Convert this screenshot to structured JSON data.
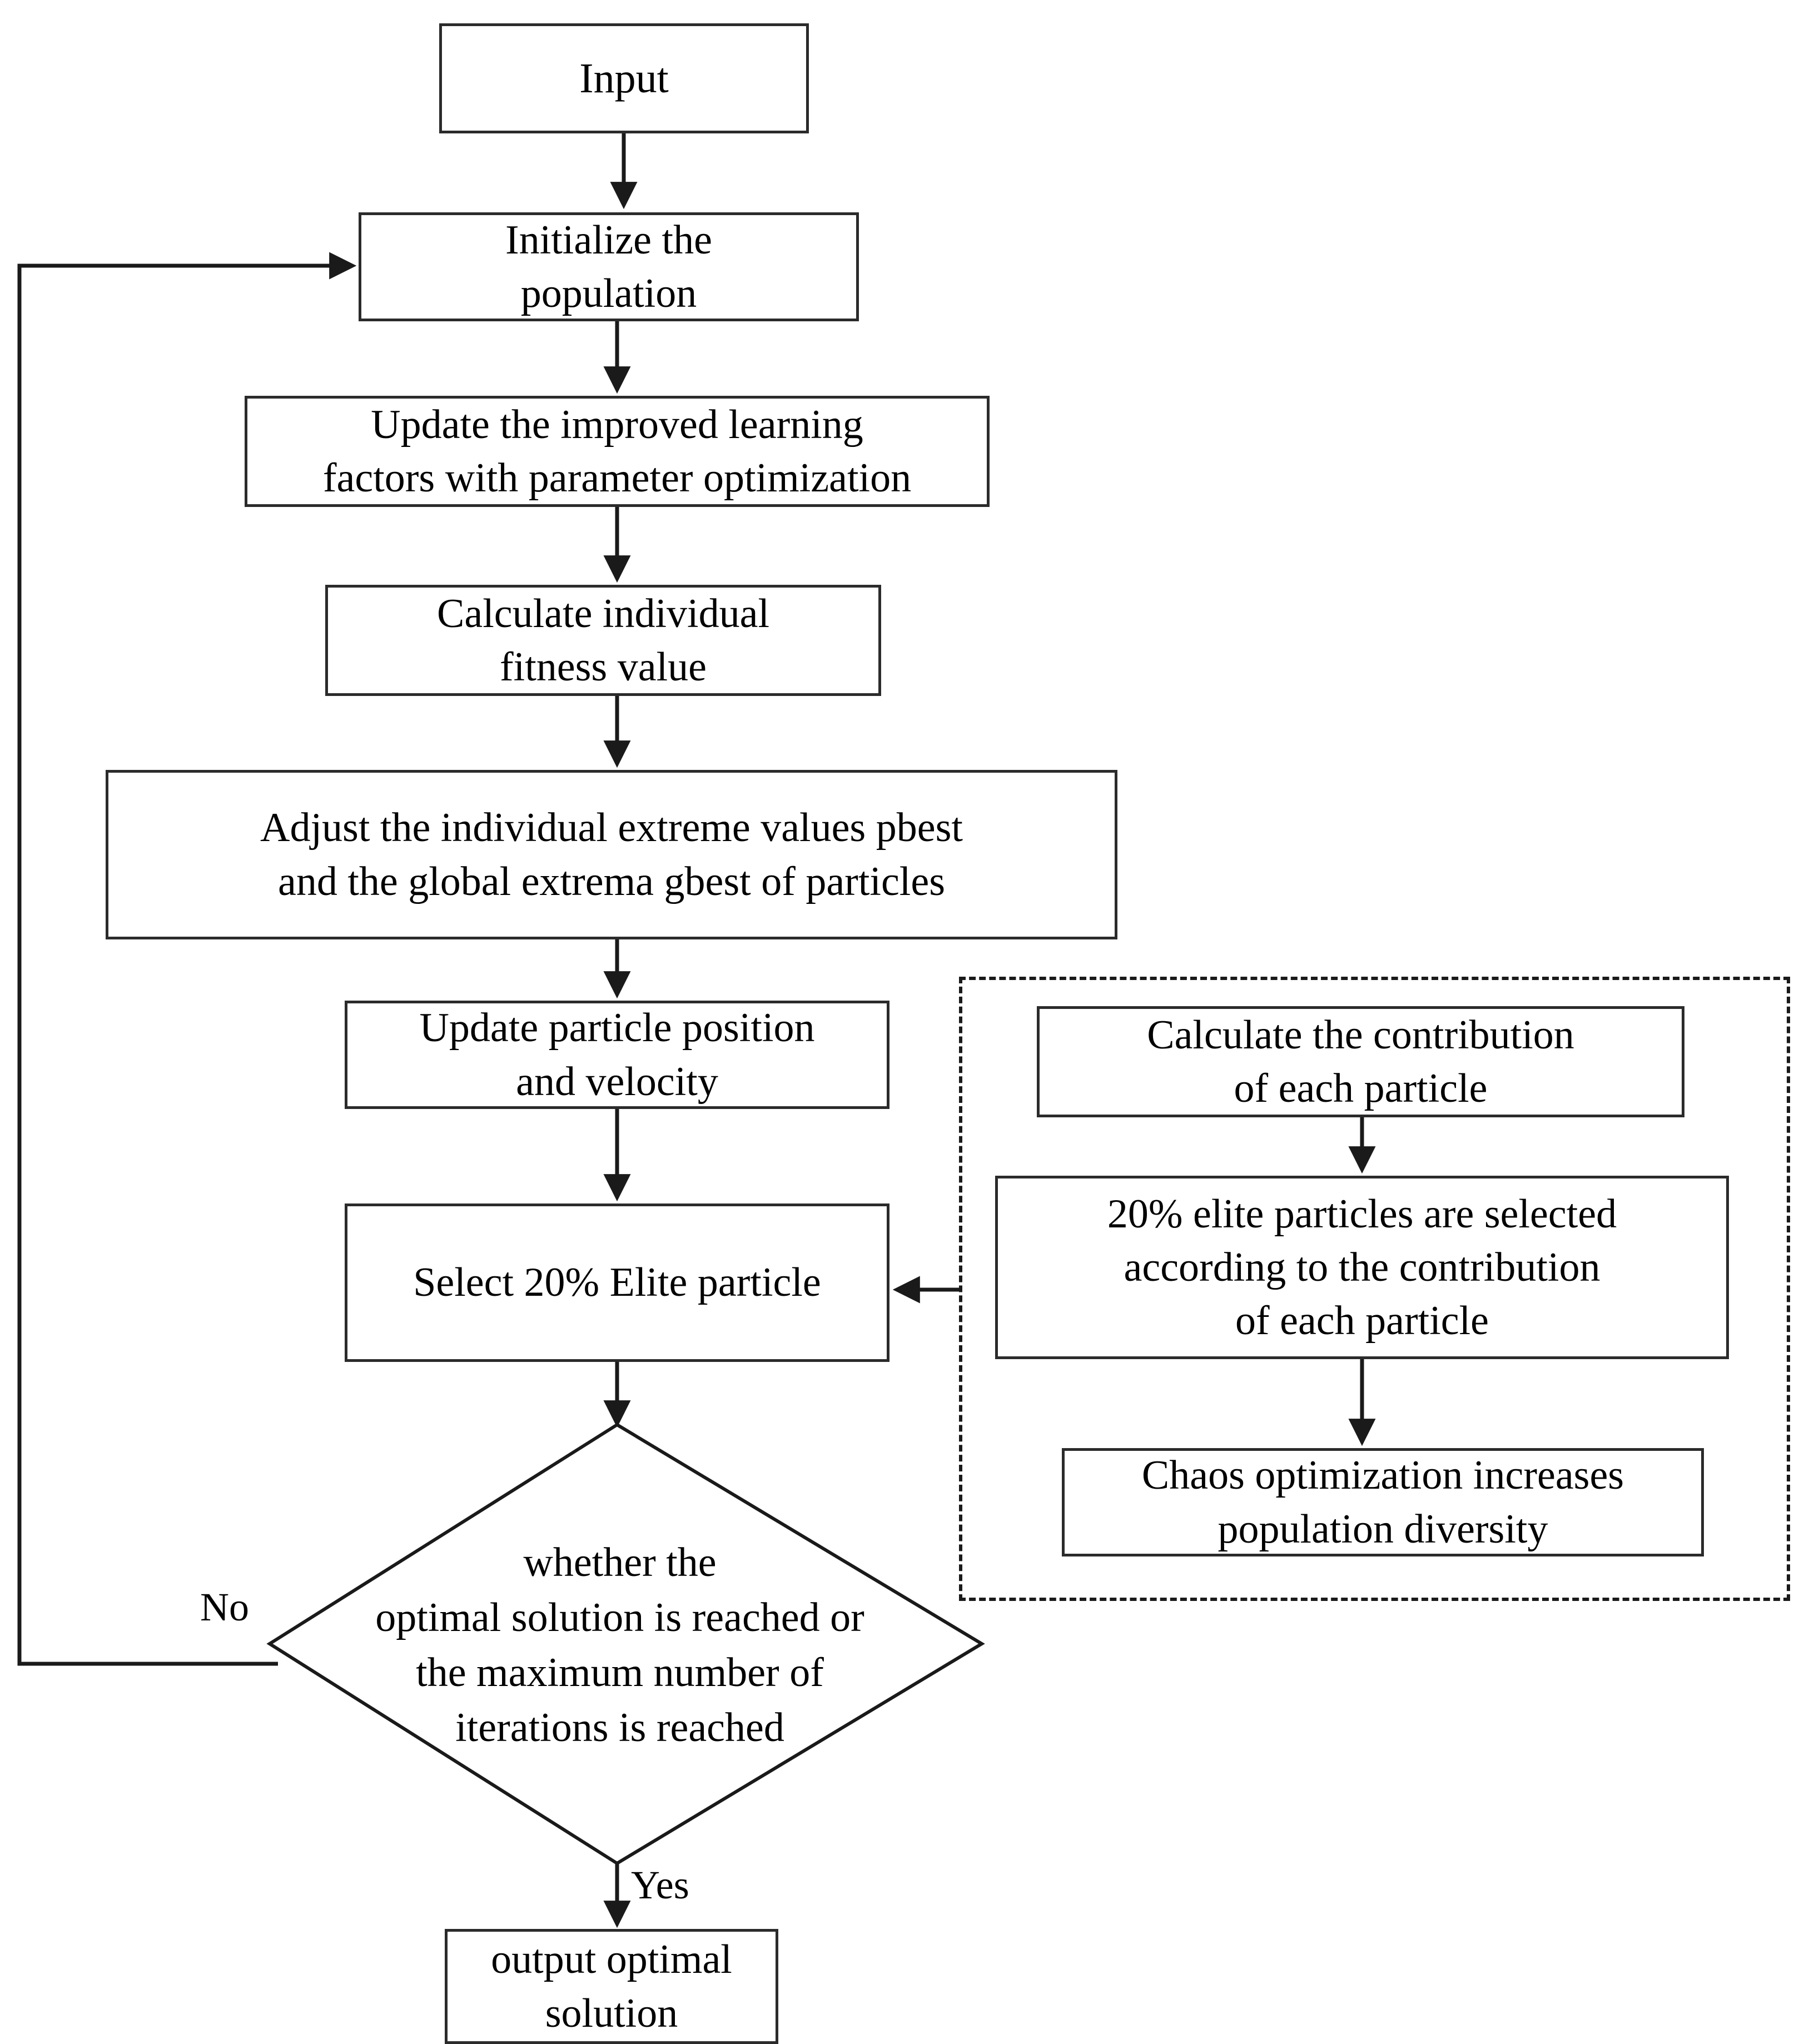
{
  "diagram": {
    "type": "flowchart",
    "title_present": false,
    "nodes": {
      "input": {
        "label": "Input",
        "shape": "rectangle"
      },
      "initialize": {
        "label": "Initialize the\npopulation",
        "shape": "rectangle"
      },
      "update_factors": {
        "label": "Update the improved learning\nfactors with parameter optimization",
        "shape": "rectangle"
      },
      "calc_fitness": {
        "label": "Calculate individual\nfitness value",
        "shape": "rectangle"
      },
      "adjust_extremes": {
        "label": "Adjust the individual extreme values pbest\nand the global extrema gbest of particles",
        "shape": "rectangle"
      },
      "update_particle": {
        "label": "Update particle position\nand velocity",
        "shape": "rectangle"
      },
      "select_elite": {
        "label": "Select 20% Elite particle",
        "shape": "rectangle"
      },
      "decision": {
        "label": "whether  the\noptimal solution is reached or\nthe maximum number of\niterations is reached",
        "shape": "diamond"
      },
      "output": {
        "label": "output optimal\nsolution",
        "shape": "rectangle"
      },
      "calc_contribution": {
        "label": "Calculate the contribution\nof each particle",
        "shape": "rectangle"
      },
      "select_20pct": {
        "label": "20% elite particles are selected\naccording to the contribution\nof each particle",
        "shape": "rectangle"
      },
      "chaos_opt": {
        "label": "Chaos optimization increases\npopulation diversity",
        "shape": "rectangle"
      }
    },
    "edge_labels": {
      "no": "No",
      "yes": "Yes"
    },
    "colors": {
      "node_border": "#2b2b2b",
      "node_fill": "#ffffff",
      "edge": "#1a1a1a",
      "dashed_group_border": "#1a1a1a",
      "text": "#000000",
      "background": "#ffffff"
    }
  }
}
